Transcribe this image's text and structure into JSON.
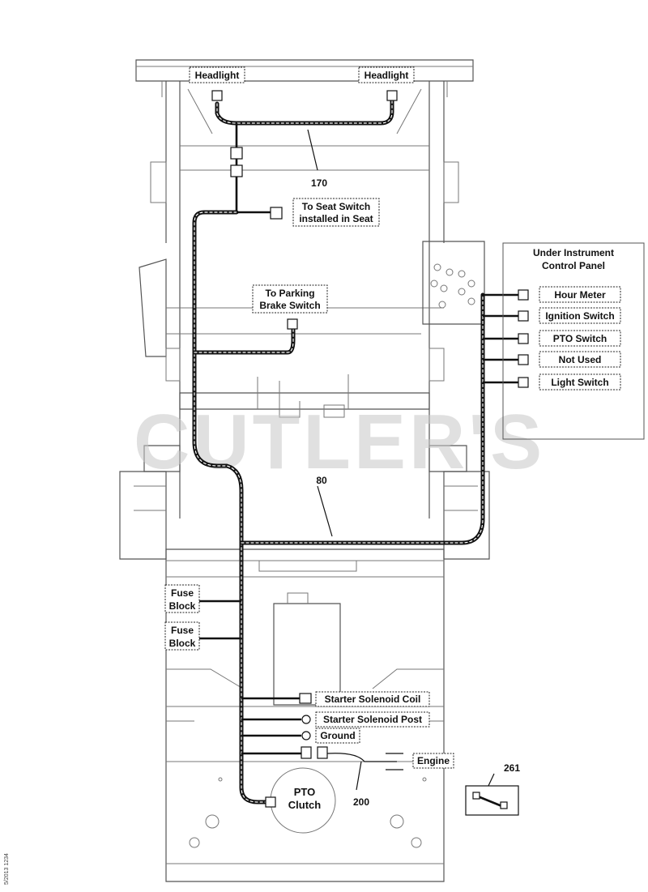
{
  "watermark": "CUTLER'S",
  "labels": {
    "headlight_left": "Headlight",
    "headlight_right": "Headlight",
    "harness_170": "170",
    "seat_switch_line1": "To Seat Switch",
    "seat_switch_line2": "installed in Seat",
    "parking_brake_line1": "To Parking",
    "parking_brake_line2": "Brake Switch",
    "panel_title_line1": "Under Instrument",
    "panel_title_line2": "Control Panel",
    "hour_meter": "Hour Meter",
    "ignition_switch": "Ignition Switch",
    "pto_switch": "PTO Switch",
    "not_used": "Not Used",
    "light_switch": "Light Switch",
    "harness_80": "80",
    "fuse_block_1_line1": "Fuse",
    "fuse_block_1_line2": "Block",
    "fuse_block_2_line1": "Fuse",
    "fuse_block_2_line2": "Block",
    "starter_solenoid_coil": "Starter Solenoid Coil",
    "starter_solenoid_post": "Starter Solenoid Post",
    "ground": "Ground",
    "engine": "Engine",
    "harness_200": "200",
    "pto_clutch_line1": "PTO",
    "pto_clutch_line2": "Clutch",
    "part_261": "261"
  },
  "side_code": "5/2013 1234"
}
